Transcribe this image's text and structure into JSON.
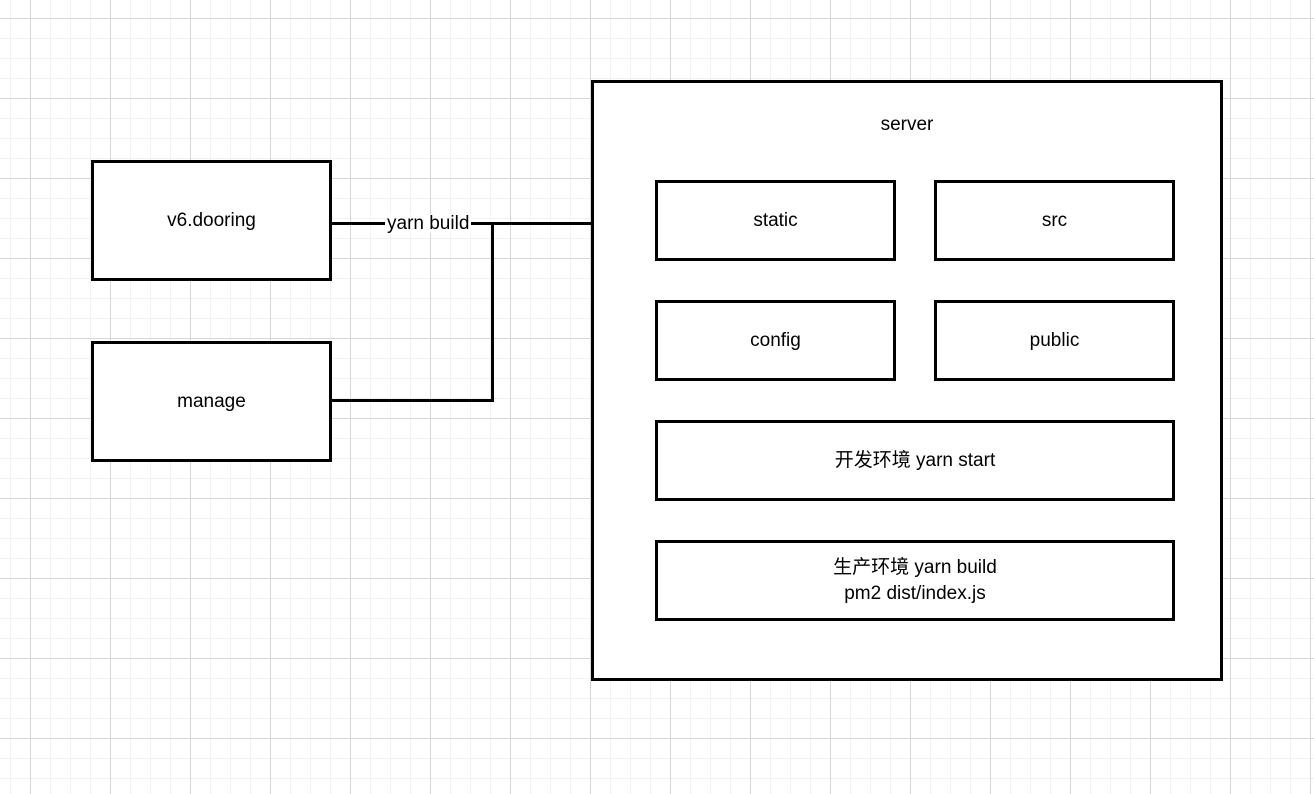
{
  "diagram": {
    "background": "grid-paper",
    "colors": {
      "stroke": "#000000",
      "fill": "#ffffff",
      "grid_minor": "#f2f2f2",
      "grid_major": "#d6d6d6"
    },
    "left_nodes": [
      {
        "id": "v6-dooring",
        "label": "v6.dooring"
      },
      {
        "id": "manage",
        "label": "manage"
      }
    ],
    "edges": [
      {
        "id": "build-edge",
        "label": "yarn build",
        "from": [
          "v6.dooring",
          "manage"
        ],
        "to": "static",
        "arrow": "arrow-head-right"
      }
    ],
    "server": {
      "title": "server",
      "children": [
        {
          "id": "static",
          "label": "static"
        },
        {
          "id": "src",
          "label": "src"
        },
        {
          "id": "config",
          "label": "config"
        },
        {
          "id": "public",
          "label": "public"
        },
        {
          "id": "dev-env",
          "label": "开发环境 yarn start"
        },
        {
          "id": "prod-env",
          "label": "生产环境 yarn build\npm2 dist/index.js"
        }
      ]
    }
  }
}
